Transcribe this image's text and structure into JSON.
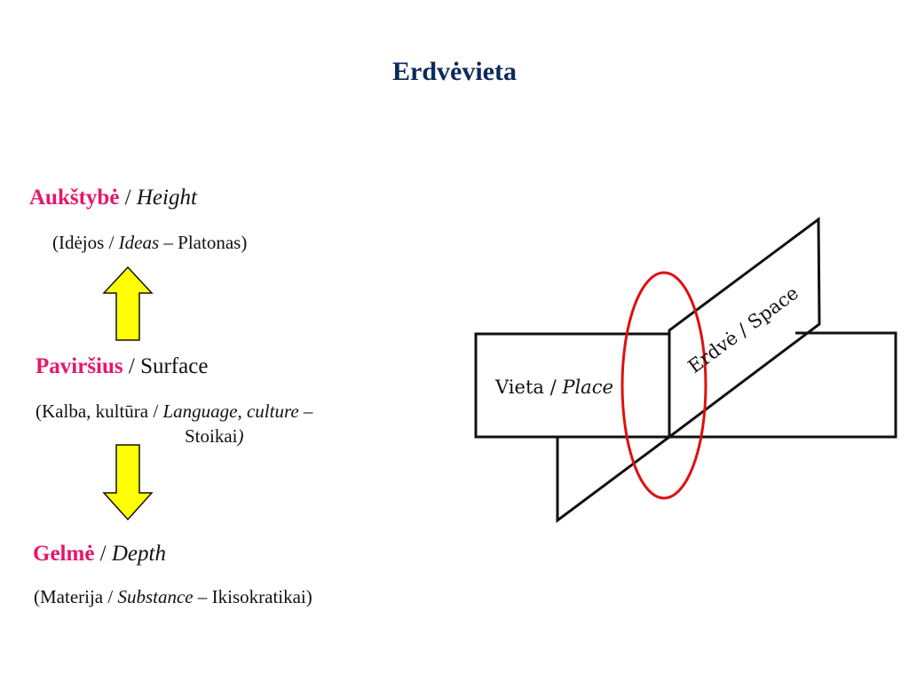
{
  "colors": {
    "title": "#0d2a5c",
    "accent": "#e6176b",
    "arrow_fill": "#ffff00",
    "ellipse": "#e01010",
    "line": "#111111"
  },
  "slide": {
    "title": "Erdvėvieta"
  },
  "height_block": {
    "term": "Aukštybė",
    "slash": " / ",
    "translation": "Height",
    "detail_open": "(Idėjos / ",
    "detail_italic": "Ideas",
    "detail_close": " – Platonas)"
  },
  "surface_block": {
    "term": "Paviršius",
    "rest": " / Surface",
    "detail_open": "(Kalba, kultūra / ",
    "detail_italic": "Language, culture",
    "detail_dash": " –",
    "detail_line2": "Stoikai",
    "detail_close": ")"
  },
  "depth_block": {
    "term": "Gelmė",
    "slash": " / ",
    "translation": "Depth",
    "detail_open": "(Materija / ",
    "detail_italic": "Substance",
    "detail_close": " – Ikisokratikai)"
  },
  "arrows": {
    "up": "up-arrow-icon",
    "down": "down-arrow-icon"
  },
  "diagram": {
    "place_label": "Vieta / ",
    "place_italic": "Place",
    "space_label": "Erdvė / Space"
  }
}
